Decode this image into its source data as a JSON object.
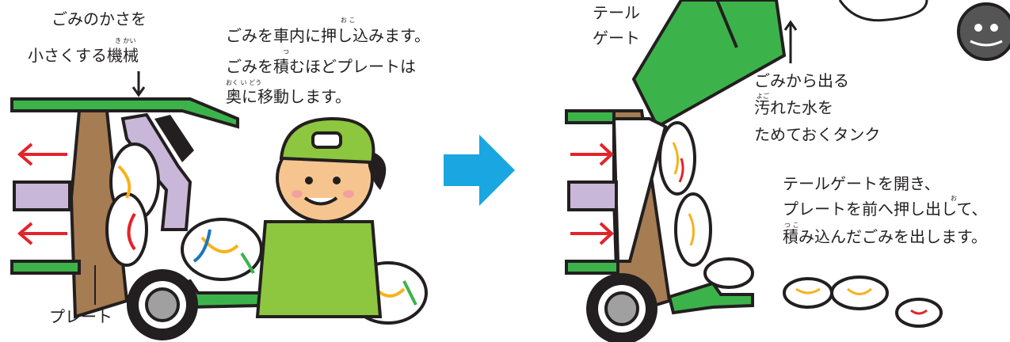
{
  "colors": {
    "truck_green": "#3cb34a",
    "arrow_blue": "#1aa6e0",
    "red_arrow": "#e2242b",
    "plate_brown": "#a67c52",
    "lavender": "#c8b7d8",
    "skin": "#f6c58f",
    "uniform_green": "#8dc63f",
    "dark": "#231f20"
  },
  "left": {
    "machine_label_1": "ごみのかさを",
    "machine_label_2": "小さくする機械",
    "machine_ruby": "き かい",
    "desc_1": "ごみを車内に押し込みます。",
    "desc_2": "ごみを積むほどプレートは",
    "desc_3": "奥に移動します。",
    "desc_ruby_1": "お こ",
    "desc_ruby_2": "つ",
    "desc_ruby_3": "おく い どう",
    "plate_label": "プレート"
  },
  "right": {
    "tailgate_1": "テール",
    "tailgate_2": "ゲート",
    "tank_1": "ごみから出る",
    "tank_ruby": "よご",
    "tank_2": "汚れた水を",
    "tank_3": "ためておくタンク",
    "desc_1": "テールゲートを開き、",
    "desc_2": "プレートを前へ押し出して、",
    "desc_3": "積み込んだごみを出します。",
    "desc_ruby_1": "お",
    "desc_ruby_2": "つ こ"
  },
  "icons": [
    "garbage-bag-icon",
    "worker-icon",
    "blue-arrow-icon",
    "red-arrow-icon",
    "germ-monster-icon",
    "wheel-icon"
  ]
}
